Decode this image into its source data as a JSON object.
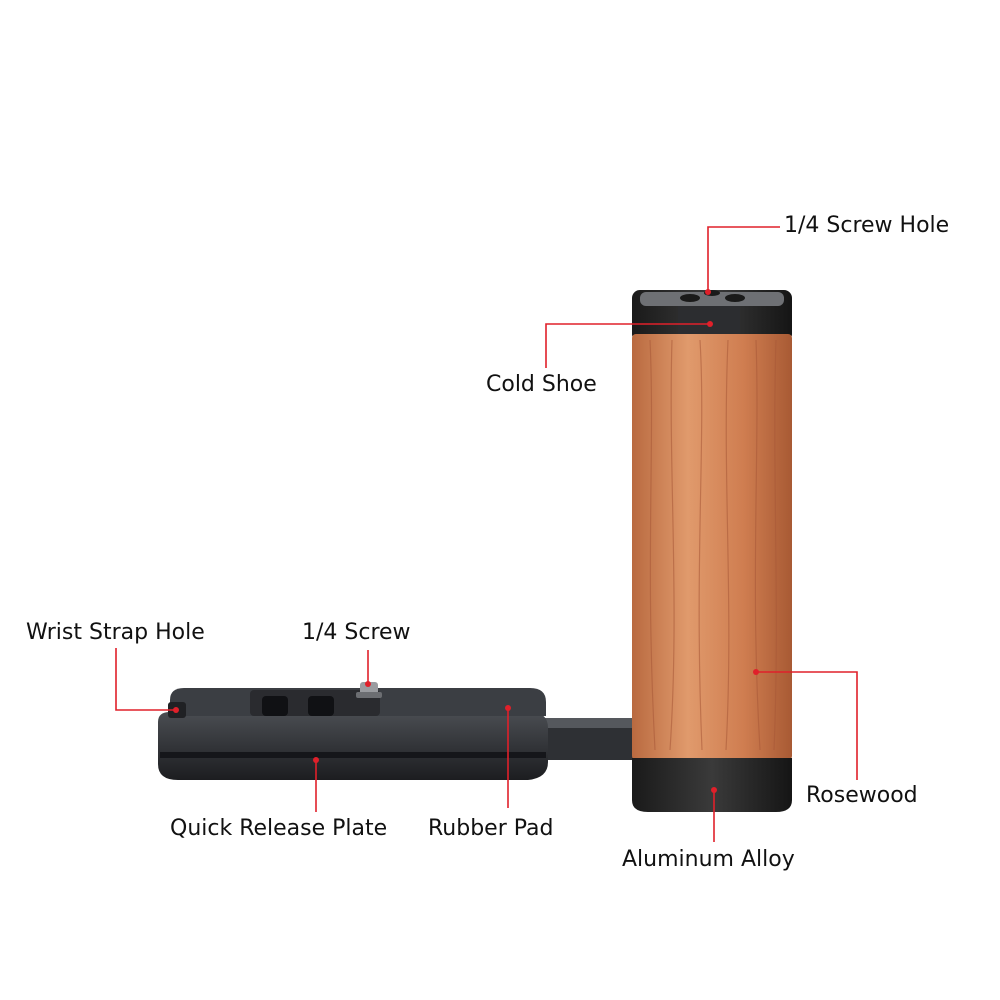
{
  "diagram": {
    "subject": "Camera side handle grip with quick release plate",
    "callout_color": "#e0202a",
    "labels": {
      "screw_hole": "1/4 Screw Hole",
      "cold_shoe": "Cold Shoe",
      "wrist_strap_hole": "Wrist Strap Hole",
      "screw": "1/4 Screw",
      "quick_release_plate": "Quick Release Plate",
      "rubber_pad": "Rubber Pad",
      "rosewood": "Rosewood",
      "aluminum_alloy": "Aluminum Alloy"
    }
  }
}
